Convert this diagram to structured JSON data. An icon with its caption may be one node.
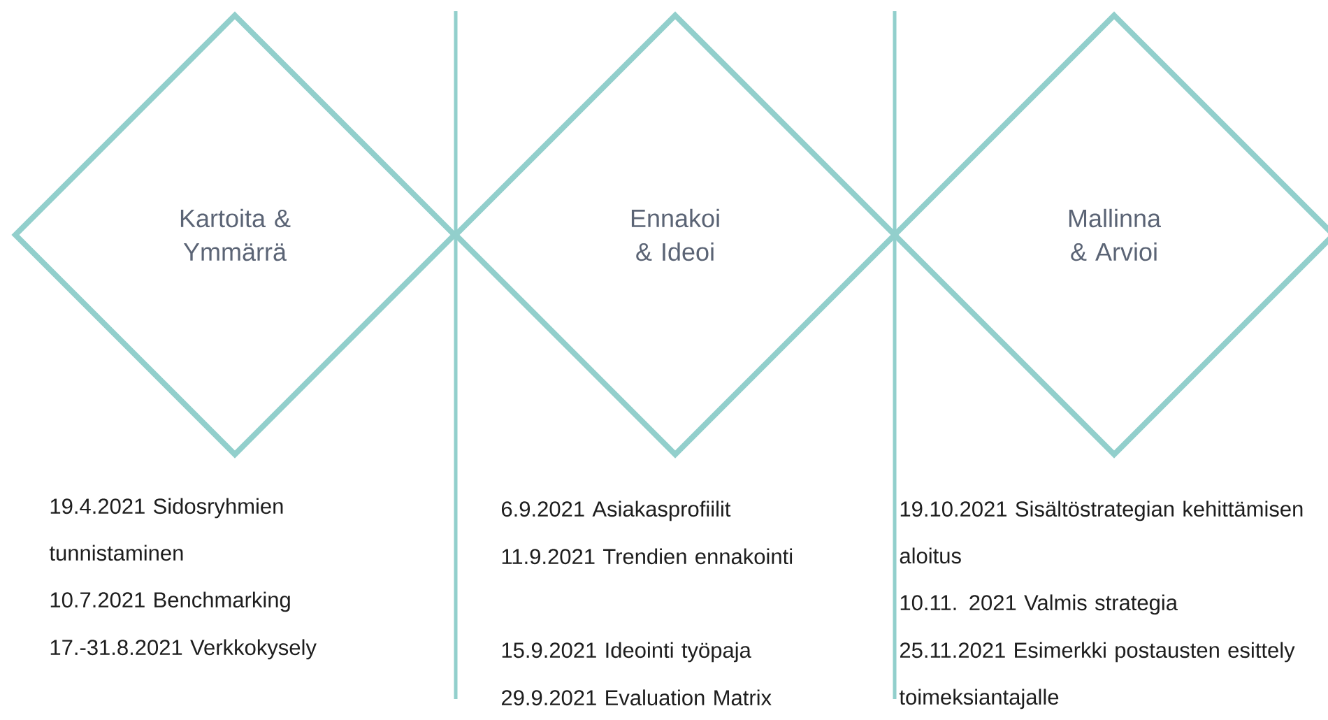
{
  "diagram": {
    "nodes": [
      {
        "text": [
          "Kartoita & Ymmärrä"
        ]
      },
      {
        "text": [
          "Ennakoi & Ideoi"
        ]
      },
      {
        "text": [
          "Mallinna & Arvioi"
        ]
      }
    ],
    "labels": [
      "19.4.2021 Sidosryhmien tunnistaminen",
      "10.7.2021 Benchmarking",
      "17.-31.8.2021 Verkkokysely",
      "6.9.2021 Asiakasprofiilit",
      "11.9.2021 Trendien ennakointi",
      "15.9.2021 Ideointi työpaja",
      "29.9.2021 Evaluation Matrix",
      "19.10.2021 Sisältöstrategian kehittämisen aloitus",
      "10.11. 2021 Valmis strategia",
      "25.11.2021 Esimerkki postausten esittely toimeksiantajalle"
    ]
  }
}
